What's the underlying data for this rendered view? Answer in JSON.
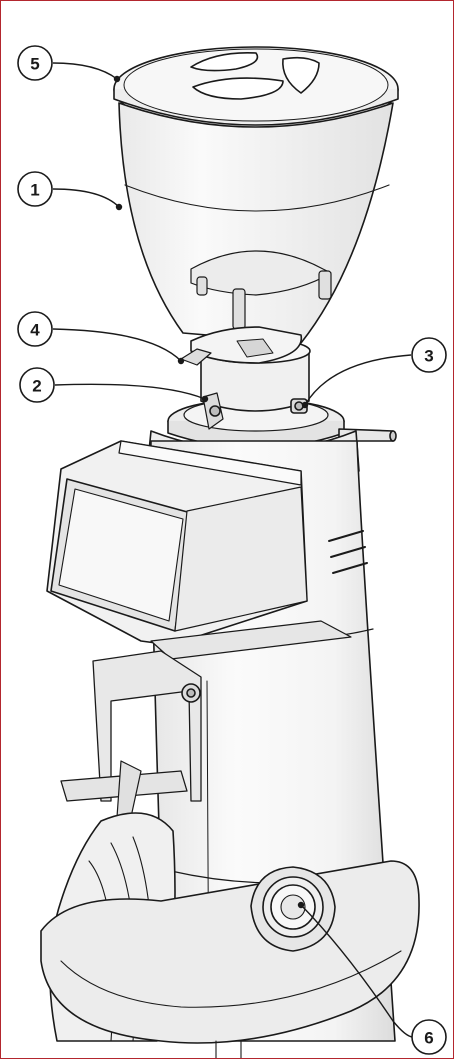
{
  "callouts": [
    {
      "id": "c1",
      "label": "1"
    },
    {
      "id": "c2",
      "label": "2"
    },
    {
      "id": "c3",
      "label": "3"
    },
    {
      "id": "c4",
      "label": "4"
    },
    {
      "id": "c5",
      "label": "5"
    },
    {
      "id": "c6",
      "label": "6"
    }
  ],
  "colors": {
    "frame": "#b3262e",
    "line": "#1a1a1a",
    "fill": "#f2f2f2",
    "shade": "#d9d9d9"
  }
}
